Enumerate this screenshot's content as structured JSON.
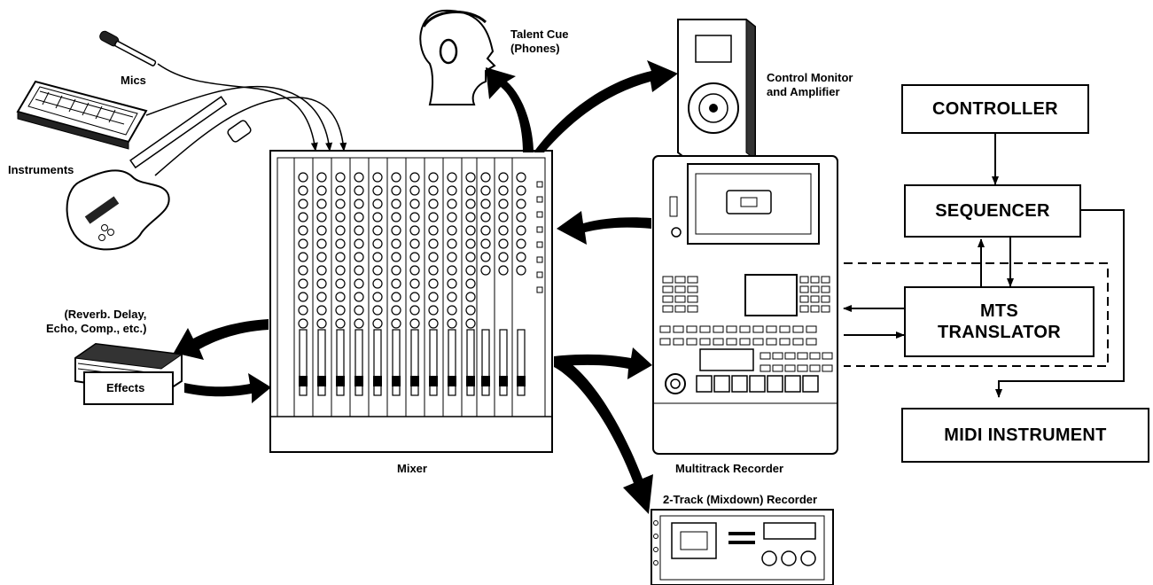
{
  "labels": {
    "mics": "Mics",
    "instruments": "Instruments",
    "talent_cue_line1": "Talent Cue",
    "talent_cue_line2": "(Phones)",
    "control_monitor_line1": "Control Monitor",
    "control_monitor_line2": "and Amplifier",
    "effects_note_line1": "(Reverb. Delay,",
    "effects_note_line2": "Echo, Comp., etc.)",
    "effects": "Effects",
    "mixer": "Mixer",
    "multitrack_recorder": "Multitrack Recorder",
    "two_track_recorder": "2-Track (Mixdown) Recorder"
  },
  "boxes": {
    "controller": "CONTROLLER",
    "sequencer": "SEQUENCER",
    "mts_translator_line1": "MTS",
    "mts_translator_line2": "TRANSLATOR",
    "midi_instrument": "MIDI INSTRUMENT"
  },
  "colors": {
    "ink": "#000000",
    "paper": "#ffffff"
  }
}
